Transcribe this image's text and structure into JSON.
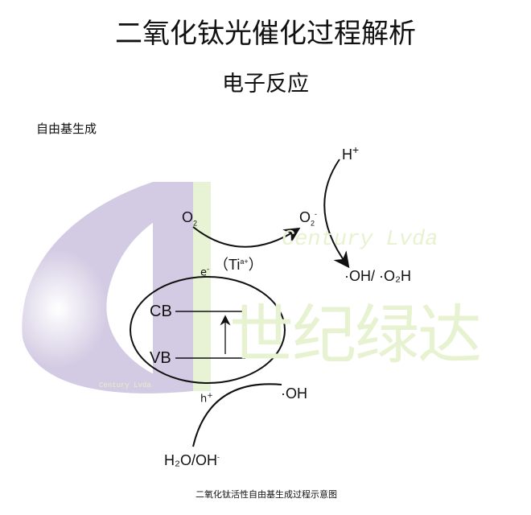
{
  "title": "二氧化钛光催化过程解析",
  "subtitle": "电子反应",
  "section": "自由基生成",
  "watermark": {
    "en": "Century Lvda",
    "zh": "世纪绿达",
    "en_small": "Century Lvda"
  },
  "diagram": {
    "o2": "O",
    "o2_sub": "2",
    "o2_minus": "O",
    "o2_minus_sub": "2",
    "o2_minus_sup": "-",
    "h_plus": "H",
    "h_plus_sup": "+",
    "radicals": "·OH/ ·O₂H",
    "ti_open": "（Ti",
    "ti_sup": "a+",
    "ti_close": "）",
    "e": "e",
    "e_sup": "-",
    "cb": "CB",
    "vb": "VB",
    "h": "h",
    "h_sup": "+",
    "oh_radical": "·OH",
    "water": "H₂O/OH",
    "water_sup": "-"
  },
  "caption": "二氧化钛活性自由基生成过程示意图",
  "colors": {
    "purple": "#d3cbe3",
    "green": "#e8f3d6"
  }
}
